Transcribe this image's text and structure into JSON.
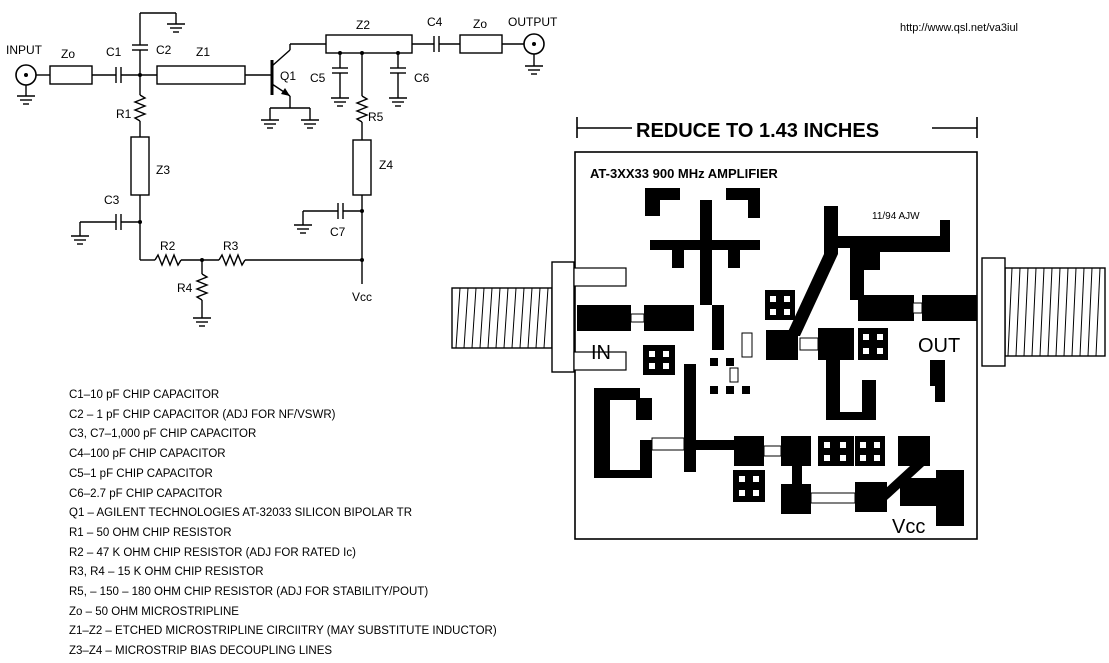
{
  "url": "http://www.qsl.net/va3iul",
  "schematic": {
    "input_label": "INPUT",
    "output_label": "OUTPUT",
    "zo_in": "Zo",
    "zo_out": "Zo",
    "components": {
      "c1": "C1",
      "c2": "C2",
      "c3": "C3",
      "c4": "C4",
      "c5": "C5",
      "c6": "C6",
      "c7": "C7",
      "z1": "Z1",
      "z2": "Z2",
      "z3": "Z3",
      "z4": "Z4",
      "q1": "Q1",
      "r1": "R1",
      "r2": "R2",
      "r3": "R3",
      "r4": "R4",
      "r5": "R5"
    },
    "vcc": "Vcc"
  },
  "pcb": {
    "reduce_note": "REDUCE TO 1.43 INCHES",
    "title": "AT-3XX33 900 MHz AMPLIFIER",
    "date": "11/94 AJW",
    "in_label": "IN",
    "out_label": "OUT",
    "vcc_label": "Vcc"
  },
  "parts_list": [
    "C1–10 pF CHIP CAPACITOR",
    "C2 – 1 pF CHIP CAPACITOR (ADJ FOR NF/VSWR)",
    "C3, C7–1,000 pF CHIP CAPACITOR",
    "C4–100 pF CHIP CAPACITOR",
    "C5–1 pF CHIP CAPACITOR",
    "C6–2.7 pF CHIP CAPACITOR",
    "Q1 – AGILENT TECHNOLOGIES AT-32033 SILICON BIPOLAR TR",
    "R1 – 50 OHM CHIP RESISTOR",
    "R2 – 47 K OHM CHIP RESISTOR (ADJ FOR RATED Ic)",
    "R3, R4 – 15 K OHM CHIP RESISTOR",
    "R5, – 150 – 180 OHM CHIP RESISTOR (ADJ FOR STABILITY/POUT)",
    "Zo – 50 OHM MICROSTRIPLINE",
    "Z1–Z2 – ETCHED MICROSTRIPLINE CIRCIITRY (MAY SUBSTITUTE INDUCTOR)",
    "Z3–Z4 – MICROSTRIP BIAS DECOUPLING LINES"
  ]
}
